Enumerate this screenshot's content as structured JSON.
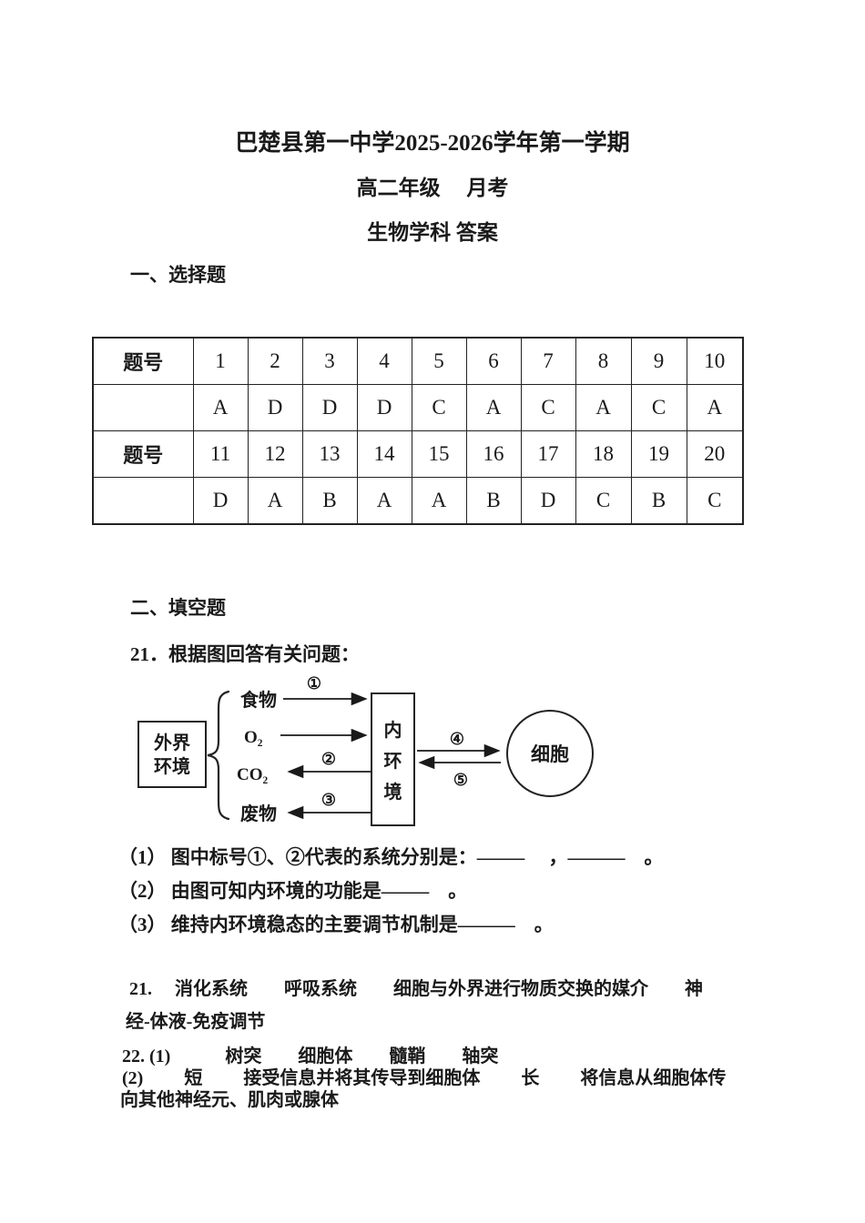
{
  "colors": {
    "ink": "#1a1a1a",
    "paper": "#ffffff"
  },
  "header": {
    "line1": "巴楚县第一中学2025-2026学年第一学期",
    "line2": "高二年级　 月考",
    "line3": "生物学科 答案"
  },
  "sections": {
    "choice_heading": "一、选择题",
    "blank_heading": "二、填空题"
  },
  "answer_table": {
    "rows": [
      {
        "header": "题号",
        "cells": [
          "1",
          "2",
          "3",
          "4",
          "5",
          "6",
          "7",
          "8",
          "9",
          "10"
        ]
      },
      {
        "header": "",
        "cells": [
          "A",
          "D",
          "D",
          "D",
          "C",
          "A",
          "C",
          "A",
          "C",
          "A"
        ]
      },
      {
        "header": "题号",
        "cells": [
          "11",
          "12",
          "13",
          "14",
          "15",
          "16",
          "17",
          "18",
          "19",
          "20"
        ]
      },
      {
        "header": "",
        "cells": [
          "D",
          "A",
          "B",
          "A",
          "A",
          "B",
          "D",
          "C",
          "B",
          "C"
        ]
      }
    ]
  },
  "question21": {
    "prompt": "21．根据图回答有关问题：",
    "sub1": "（1） 图中标号①、②代表的系统分别是：–––––　 ，––––––　。",
    "sub2": "（2） 由图可知内环境的功能是–––––　。",
    "sub3": "（3） 维持内环境稳态的主要调节机制是––––––　。"
  },
  "diagram": {
    "external_box_line1": "外界",
    "external_box_line2": "环境",
    "item_food": "食物",
    "item_o2": "O₂",
    "item_co2": "CO₂",
    "item_waste": "废物",
    "label_1": "①",
    "label_2": "②",
    "label_3": "③",
    "label_4": "④",
    "label_5": "⑤",
    "internal_box_char1": "内",
    "internal_box_char2": "环",
    "internal_box_char3": "境",
    "cell": "细胞"
  },
  "answers": {
    "a21_line1": "21.　 消化系统　　呼吸系统　　细胞与外界进行物质交换的媒介　　神",
    "a21_line2": "经-体液-免疫调节",
    "a22_line1": "22. (1)　　　树突　　细胞体　　髓鞘　　轴突",
    "a22_line2": "(2)　　 短　　 接受信息并将其传导到细胞体　　 长　　 将信息从细胞体传",
    "a22_line3": "向其他神经元、肌肉或腺体"
  }
}
